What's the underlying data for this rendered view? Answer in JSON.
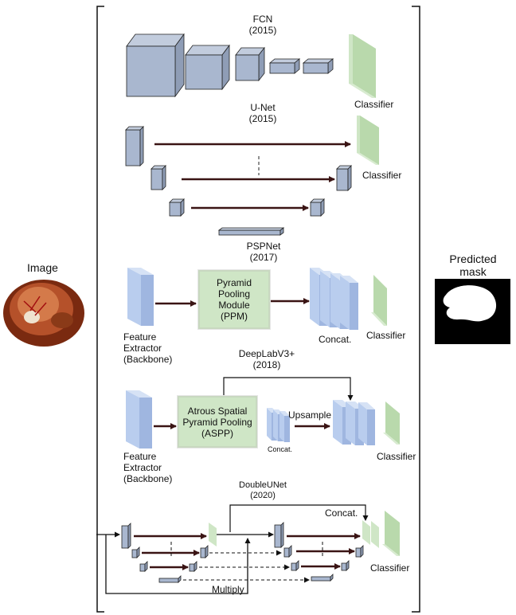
{
  "input": {
    "title": "Image"
  },
  "output": {
    "title": "Predicted mask"
  },
  "fcn": {
    "name": "FCN",
    "year": "(2015)",
    "classifier": "Classifier"
  },
  "unet": {
    "name": "U-Net",
    "year": "(2015)",
    "classifier": "Classifier"
  },
  "pspnet": {
    "name": "PSPNet",
    "year": "(2017)",
    "module_line1": "Pyramid Pooling",
    "module_line2": "Module",
    "module_line3": "(PPM)",
    "backbone_line1": "Feature",
    "backbone_line2": "Extractor",
    "backbone_line3": "(Backbone)",
    "concat": "Concat.",
    "classifier": "Classifier"
  },
  "deeplab": {
    "name": "DeepLabV3+",
    "year": "(2018)",
    "module_line1": "Atrous Spatial",
    "module_line2": "Pyramid Pooling",
    "module_line3": "(ASPP)",
    "backbone_line1": "Feature",
    "backbone_line2": "Extractor",
    "backbone_line3": "(Backbone)",
    "concat": "Concat.",
    "upsample": "Upsample",
    "classifier": "Classifier"
  },
  "doubleunet": {
    "name": "DoubleUNet",
    "year": "(2020)",
    "concat": "Concat.",
    "multiply": "Multiply",
    "classifier": "Classifier"
  },
  "colors": {
    "cube": "#a9b7cf",
    "feature": "#b9cdee",
    "classifier": "#cfe6c6",
    "arrow": "#3a1414"
  }
}
